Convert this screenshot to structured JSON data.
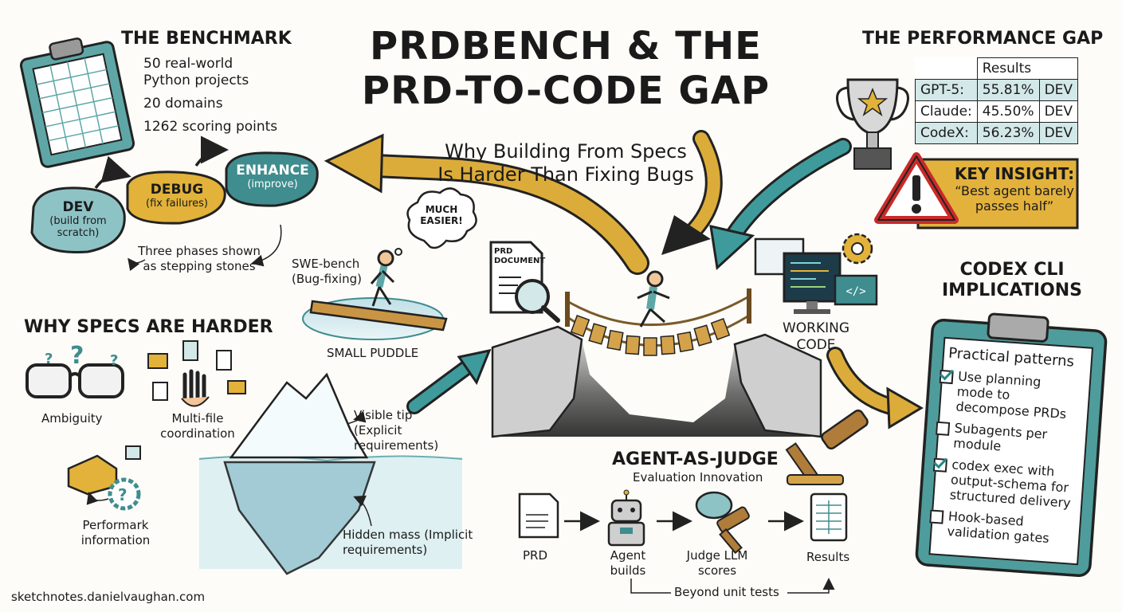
{
  "title": {
    "line1": "PRDBENCH & THE",
    "line2": "PRD-TO-CODE GAP"
  },
  "subtitle": {
    "line1": "Why Building From Specs",
    "line2": "Is Harder Than Fixing Bugs"
  },
  "benchmark": {
    "heading": "THE BENCHMARK",
    "stats": [
      "50 real-world",
      "Python projects",
      "20 domains",
      "1262 scoring points"
    ],
    "phases": [
      {
        "name": "DEV",
        "desc": "(build from scratch)"
      },
      {
        "name": "DEBUG",
        "desc": "(fix failures)"
      },
      {
        "name": "ENHANCE",
        "desc": "(improve)"
      }
    ],
    "phases_note": "Three phases shown as stepping stones"
  },
  "performance": {
    "heading": "THE PERFORMANCE GAP",
    "table_header": "Results",
    "rows": [
      {
        "model": "GPT-5:",
        "score": "55.81%",
        "phase": "DEV"
      },
      {
        "model": "Claude:",
        "score": "45.50%",
        "phase": "DEV"
      },
      {
        "model": "CodeX:",
        "score": "56.23%",
        "phase": "DEV"
      }
    ],
    "insight_title": "KEY INSIGHT:",
    "insight_quote": "“Best agent barely passes half”"
  },
  "bridge": {
    "swe_label": "SWE-bench (Bug-fixing)",
    "bubble": "MUCH EASIER!",
    "puddle": "SMALL PUDDLE",
    "prd_doc": "PRD DOCUMENT",
    "working_code": "WORKING CODE"
  },
  "why": {
    "heading": "WHY SPECS ARE HARDER",
    "ambiguity": "Ambiguity",
    "multifile": "Multi-file coordination",
    "perf": "Performark information",
    "tip": "Visible tip (Explicit requirements)",
    "hidden": "Hidden mass (Implicit requirements)"
  },
  "judge": {
    "heading": "AGENT-AS-JUDGE",
    "sub": "Evaluation Innovation",
    "steps": [
      "PRD",
      "Agent builds",
      "Judge LLM scores",
      "Results"
    ],
    "note": "Beyond unit tests"
  },
  "codex": {
    "heading": "CODEX CLI IMPLICATIONS",
    "clip_title": "Practical patterns",
    "items": [
      {
        "text": "Use planning mode to decompose PRDs",
        "checked": true
      },
      {
        "text": "Subagents per module",
        "checked": false
      },
      {
        "text": "codex exec with output-schema for structured delivery",
        "checked": true
      },
      {
        "text": "Hook-based validation gates",
        "checked": false
      }
    ]
  },
  "footer": "sketchnotes.danielvaughan.com"
}
